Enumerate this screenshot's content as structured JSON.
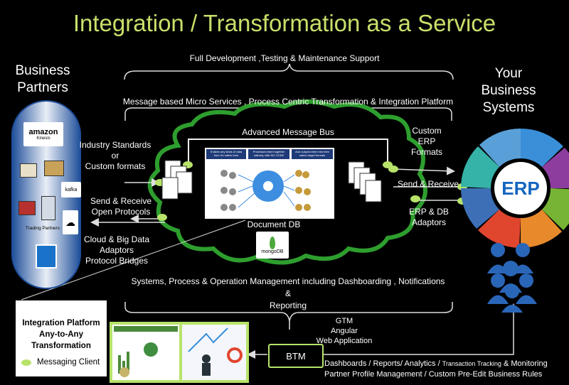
{
  "title": "Integration / Transformation as a Service",
  "support": "Full Development  ,Testing  &  Maintenance  Support",
  "platform": "Message based Micro  Services , Process Centric Transformation  & Integration Platform",
  "partners": {
    "heading_line1": "Business",
    "heading_line2": "Partners",
    "amazon_label": "amazon",
    "amazon_sub": "Kinesis",
    "kafka_label": "kafka",
    "trading_label": "Trading Partners"
  },
  "systems": {
    "heading_line1": "Your",
    "heading_line2": "Business",
    "heading_line3": "Systems",
    "erp_label": "ERP"
  },
  "left_labels": {
    "standards_line1": "Industry Standards",
    "standards_line2": "or",
    "standards_line3": "Custom formats",
    "send_line1": "Send &  Receive",
    "send_line2": "Open Protocols",
    "cloud_line1": "Cloud & Big Data",
    "cloud_line2": "Adaptors",
    "cloud_line3": "Protocol Bridges"
  },
  "right_labels": {
    "custom_line1": "Custom",
    "custom_line2": "ERP  Formats",
    "send": "Send &  Receive",
    "erp_line1": "ERP & DB",
    "erp_line2": "Adaptors"
  },
  "cloud": {
    "bus": "Advanced Message Bus",
    "docdb": "Document DB",
    "mongo": "mongoDB",
    "step1": "It takes any kinds of data from it's native form",
    "step2": "Processes them together natively, with NO CODE",
    "step3": "And outputs them into their native target formats"
  },
  "management": {
    "line1": "Systems, Process & Operation Management including Dashboarding , Notifications",
    "line2": "&",
    "line3": "Reporting"
  },
  "gtm": {
    "line1": "GTM",
    "line2": "Angular",
    "line3": "Web Application"
  },
  "btm": "BTM",
  "features": {
    "line1_a": "Dashboards / Reports/ Analytics / ",
    "line1_b": "Transaction Tracking",
    "line1_c": " & Monitoring",
    "line2": "Partner Profile Management  / Custom Pre-Edit Business Rules"
  },
  "legend": {
    "title_line1": "Integration Platform",
    "title_line2": "Any-to-Any",
    "title_line3": "Transformation",
    "item": "Messaging Client"
  },
  "colors": {
    "accent_green": "#b7e36a",
    "cloud_green": "#2e9e2e",
    "title_green": "#c8e06a",
    "partner_blue": "#2a66b8"
  }
}
